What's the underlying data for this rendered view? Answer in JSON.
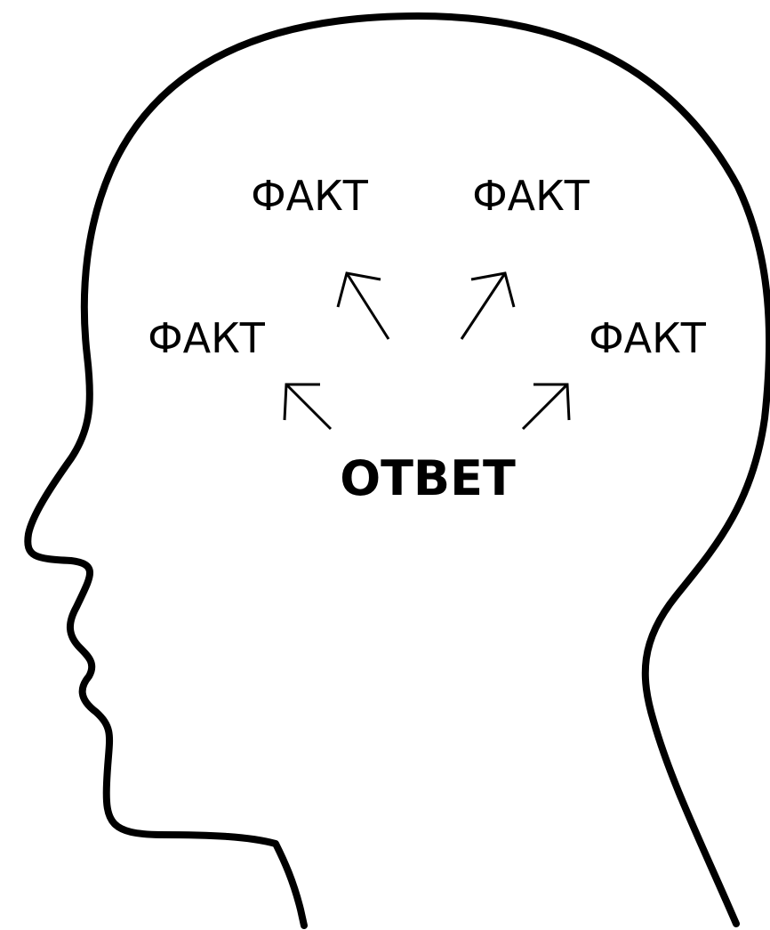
{
  "diagram": {
    "center_label": "ОТВЕТ",
    "facts": [
      {
        "label": "ФАКТ"
      },
      {
        "label": "ФАКТ"
      },
      {
        "label": "ФАКТ"
      },
      {
        "label": "ФАКТ"
      }
    ],
    "edges": [
      {
        "from": "ОТВЕТ",
        "to": "facts.0"
      },
      {
        "from": "ОТВЕТ",
        "to": "facts.1"
      },
      {
        "from": "ОТВЕТ",
        "to": "facts.2"
      },
      {
        "from": "ОТВЕТ",
        "to": "facts.3"
      }
    ]
  },
  "colors": {
    "stroke": "#000000",
    "background": "#ffffff"
  }
}
